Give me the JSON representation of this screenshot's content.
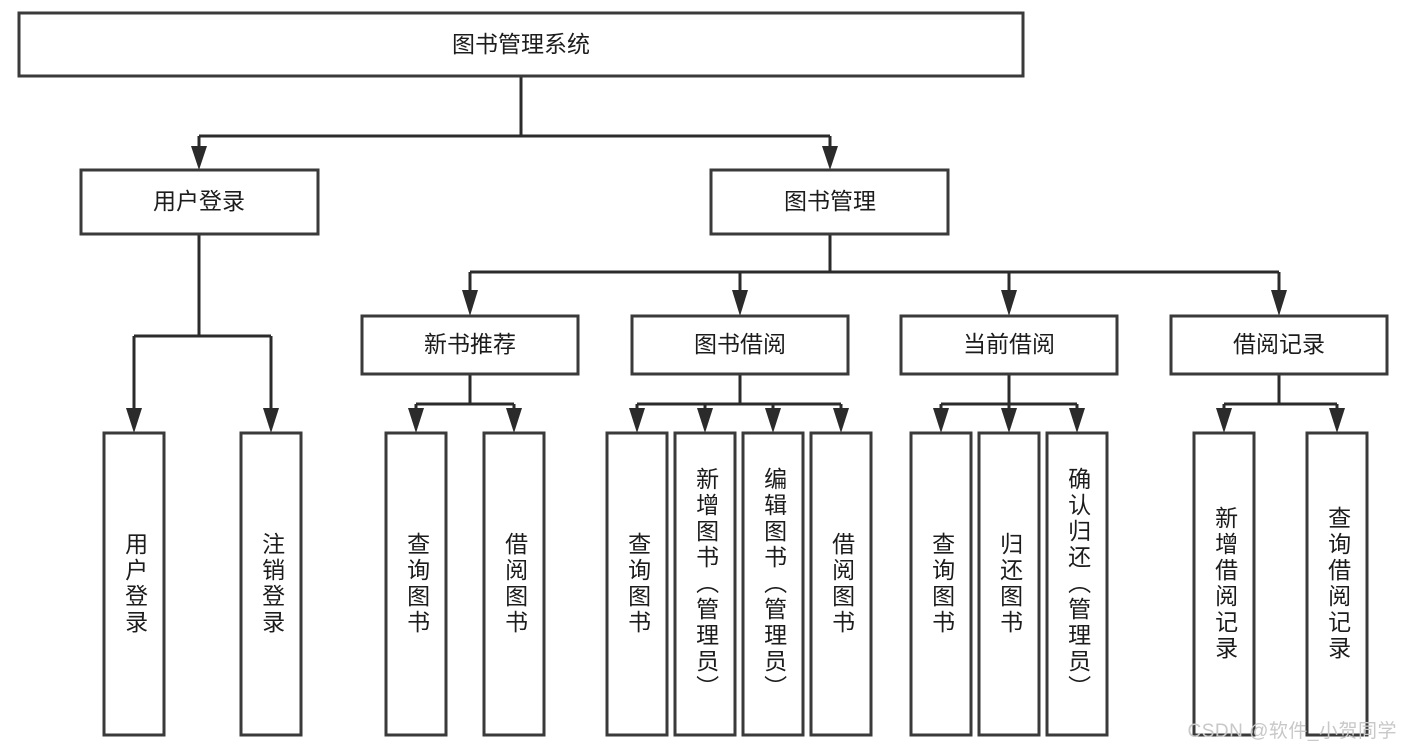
{
  "diagram": {
    "type": "tree",
    "title": "图书管理系统",
    "watermark": "CSDN @软件_小贺同学",
    "colors": {
      "box_stroke": "#3a3a3a",
      "connector": "#2b2b2b",
      "background": "#ffffff",
      "text": "#1c1c1c",
      "watermark": "#c8c8c8"
    },
    "root": {
      "label": "图书管理系统"
    },
    "level2": [
      {
        "label": "用户登录"
      },
      {
        "label": "图书管理"
      }
    ],
    "level3": [
      {
        "label": "新书推荐"
      },
      {
        "label": "图书借阅"
      },
      {
        "label": "当前借阅"
      },
      {
        "label": "借阅记录"
      }
    ],
    "leaves": {
      "user_login": [
        {
          "label": "用户登录"
        },
        {
          "label": "注销登录"
        }
      ],
      "new_book": [
        {
          "label": "查询图书"
        },
        {
          "label": "借阅图书"
        }
      ],
      "book_borrow": [
        {
          "label": "查询图书"
        },
        {
          "label": "新增图书（管理员）"
        },
        {
          "label": "编辑图书（管理员）"
        },
        {
          "label": "借阅图书"
        }
      ],
      "current_borrow": [
        {
          "label": "查询图书"
        },
        {
          "label": "归还图书"
        },
        {
          "label": "确认归还（管理员）"
        }
      ],
      "borrow_record": [
        {
          "label": "新增借阅记录"
        },
        {
          "label": "查询借阅记录"
        }
      ]
    }
  }
}
